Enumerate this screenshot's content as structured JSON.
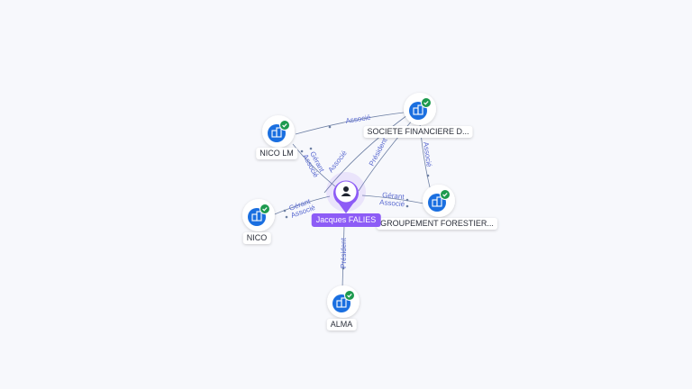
{
  "colors": {
    "background": "#f7f8fc",
    "company_icon": "#1a6fe0",
    "verified_badge": "#1d9a4e",
    "person_accent": "#8d5cf6",
    "edge": "#6d7fa3",
    "edge_label": "#5a6ad0"
  },
  "person": {
    "name": "Jacques FALIES",
    "icon": "user-icon"
  },
  "companies": [
    {
      "id": "nico_lm",
      "name": "NICO LM",
      "icon": "building-icon",
      "verified": true
    },
    {
      "id": "sfd",
      "name": "SOCIETE FINANCIERE D...",
      "icon": "building-icon",
      "verified": true
    },
    {
      "id": "gf",
      "name": "GROUPEMENT FORESTIER...",
      "icon": "building-icon",
      "verified": true
    },
    {
      "id": "nico",
      "name": "NICO",
      "icon": "building-icon",
      "verified": true
    },
    {
      "id": "alma",
      "name": "ALMA",
      "icon": "building-icon",
      "verified": true
    }
  ],
  "relations": [
    {
      "id": "r1",
      "labels": [
        "Associé"
      ]
    },
    {
      "id": "r2",
      "labels": [
        "Gérant",
        "Associé"
      ]
    },
    {
      "id": "r3",
      "labels": [
        "Associé"
      ]
    },
    {
      "id": "r4",
      "labels": [
        "Président"
      ]
    },
    {
      "id": "r5",
      "labels": [
        "Associé"
      ]
    },
    {
      "id": "r6",
      "labels": [
        "Gérant",
        "Associé"
      ]
    },
    {
      "id": "r7",
      "labels": [
        "Gérant",
        "Associé"
      ]
    },
    {
      "id": "r8",
      "labels": [
        "Président"
      ]
    }
  ]
}
